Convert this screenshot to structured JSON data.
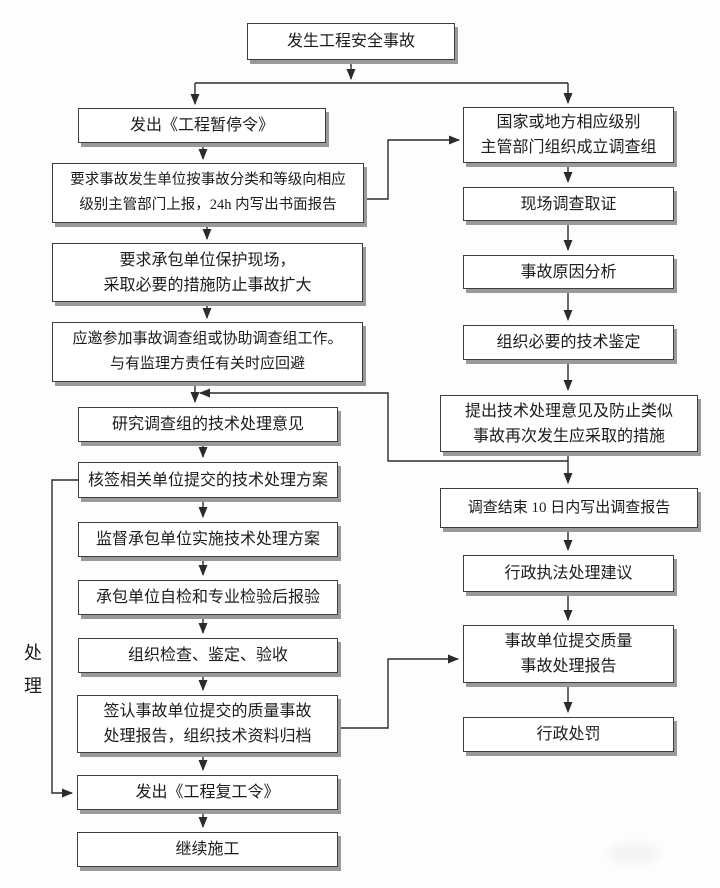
{
  "colors": {
    "background": "#fdfdfd",
    "box_fill": "#ffffff",
    "box_border": "#3d3d3d",
    "box_shadow": "#9a9a9a",
    "line": "#2b2b2b",
    "text": "#1c1c1c"
  },
  "diagram": {
    "type": "flowchart",
    "side_label": "处\n理",
    "nodes": {
      "start": {
        "label": "发生工程安全事故"
      },
      "l1": {
        "label": "发出《工程暂停令》"
      },
      "l2": {
        "label": "要求事故发生单位按事故分类和等级向相应\n级别主管部门上报，24h 内写出书面报告"
      },
      "l3": {
        "label": "要求承包单位保护现场，\n采取必要的措施防止事故扩大"
      },
      "l4": {
        "label": "应邀参加事故调查组或协助调查组工作。\n与有监理方责任有关时应回避"
      },
      "l5": {
        "label": "研究调查组的技术处理意见"
      },
      "l6": {
        "label": "核签相关单位提交的技术处理方案"
      },
      "l7": {
        "label": "监督承包单位实施技术处理方案"
      },
      "l8": {
        "label": "承包单位自检和专业检验后报验"
      },
      "l9": {
        "label": "组织检查、鉴定、验收"
      },
      "l10": {
        "label": "签认事故单位提交的质量事故\n处理报告，组织技术资料归档"
      },
      "l11": {
        "label": "发出《工程复工令》"
      },
      "l12": {
        "label": "继续施工"
      },
      "r1": {
        "label": "国家或地方相应级别\n主管部门组织成立调查组"
      },
      "r2": {
        "label": "现场调查取证"
      },
      "r3": {
        "label": "事故原因分析"
      },
      "r4": {
        "label": "组织必要的技术鉴定"
      },
      "r5": {
        "label": "提出技术处理意见及防止类似\n事故再次发生应采取的措施"
      },
      "r6": {
        "label": "调查结束 10 日内写出调查报告"
      },
      "r7": {
        "label": "行政执法处理建议"
      },
      "r8": {
        "label": "事故单位提交质量\n事故处理报告"
      },
      "r9": {
        "label": "行政处罚"
      }
    }
  }
}
